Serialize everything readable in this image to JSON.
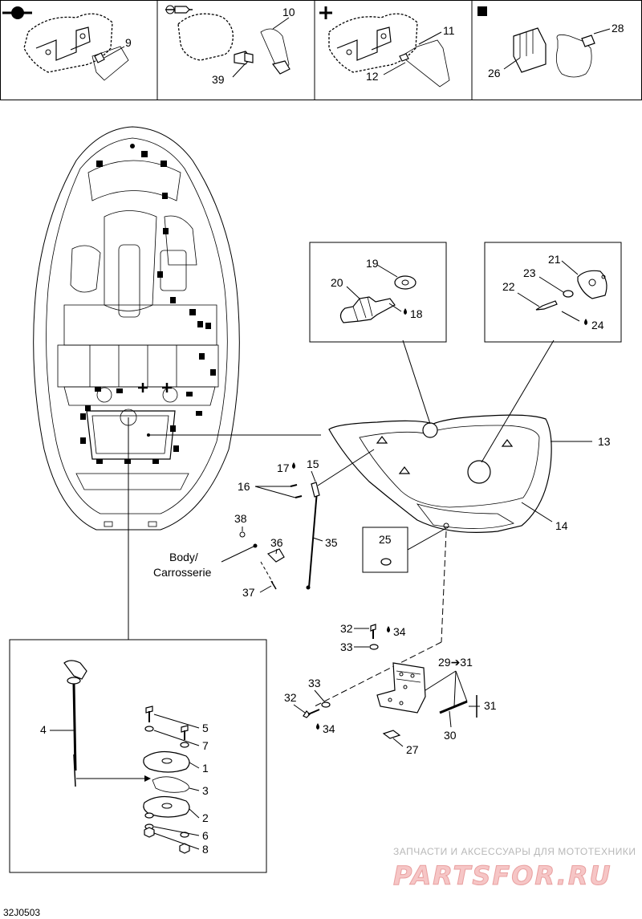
{
  "legend": [
    {
      "symbol": "circle-bar",
      "parts": [
        "9"
      ]
    },
    {
      "symbol": "pin",
      "parts": [
        "10",
        "39"
      ]
    },
    {
      "symbol": "plus",
      "parts": [
        "11",
        "12"
      ]
    },
    {
      "symbol": "square",
      "parts": [
        "26",
        "28"
      ]
    }
  ],
  "callouts": {
    "p1": "1",
    "p2": "2",
    "p3": "3",
    "p4": "4",
    "p5": "5",
    "p6": "6",
    "p7": "7",
    "p8": "8",
    "p9": "9",
    "p10": "10",
    "p11": "11",
    "p12": "12",
    "p13": "13",
    "p14": "14",
    "p15": "15",
    "p16": "16",
    "p17": "17",
    "p18": "18",
    "p19": "19",
    "p20": "20",
    "p21": "21",
    "p22": "22",
    "p23": "23",
    "p24": "24",
    "p25": "25",
    "p26": "26",
    "p27": "27",
    "p28": "28",
    "p29": "29➔31",
    "p30": "30",
    "p31": "31",
    "p32a": "32",
    "p32b": "32",
    "p33a": "33",
    "p33b": "33",
    "p34a": "34",
    "p34b": "34",
    "p35": "35",
    "p36": "36",
    "p37": "37",
    "p38": "38",
    "p39": "39"
  },
  "body_label_en": "Body/",
  "body_label_fr": "Carrosserie",
  "diagram_code": "32J0503",
  "watermark_top": "ЗАПЧАСТИ И АКСЕССУАРЫ ДЛЯ МОТОТЕХНИКИ",
  "watermark_brand": "PARTSFOR.RU"
}
